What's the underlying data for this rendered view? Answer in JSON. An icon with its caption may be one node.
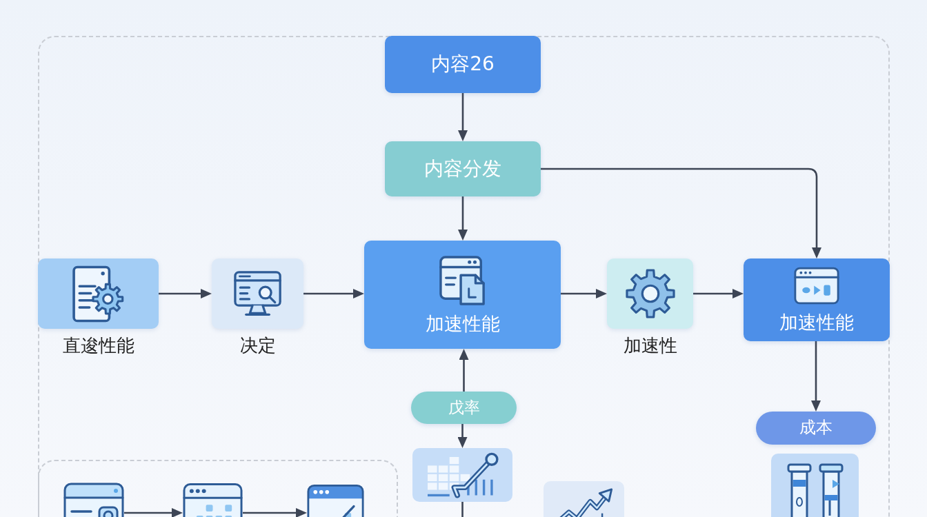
{
  "diagram": {
    "nodes": [
      {
        "text": [],
        "shape": "box"
      },
      {
        "text": [
          "内容26"
        ],
        "in": 0
      },
      {
        "text": [
          "内容分发"
        ],
        "in": 0
      },
      {
        "text": [
          "直逡性能"
        ],
        "in": 0
      },
      {
        "text": [
          "决定"
        ],
        "in": 0
      },
      {
        "text": [
          "加速性能"
        ],
        "in": 0
      },
      {
        "text": [
          "加速性"
        ],
        "in": 0
      },
      {
        "text": [
          "加速性能"
        ],
        "in": 0
      },
      {
        "text": [
          "戊率"
        ],
        "in": 0
      },
      {
        "text": [],
        "shape": "picture",
        "in": 0
      },
      {
        "text": [
          "成本"
        ],
        "in": 0
      },
      {
        "text": [],
        "shape": "picture",
        "in": 0
      },
      {
        "text": [],
        "shape": "picture",
        "in": 0
      },
      {
        "text": [],
        "shape": "box",
        "in": 0
      },
      {
        "text": [],
        "shape": "picture",
        "in": 13
      },
      {
        "text": [],
        "shape": "picture",
        "in": 13
      },
      {
        "text": [],
        "shape": "picture",
        "in": 13
      }
    ],
    "edges": [
      {
        "from": 1,
        "to": 2,
        "arrow": "to"
      },
      {
        "from": 2,
        "to": 5,
        "arrow": "to"
      },
      {
        "from": 2,
        "to": 7,
        "arrow": "to"
      },
      {
        "from": 3,
        "to": 4,
        "arrow": "to"
      },
      {
        "from": 4,
        "to": 5,
        "arrow": "to"
      },
      {
        "from": 5,
        "to": 6,
        "arrow": "to"
      },
      {
        "from": 6,
        "to": 7,
        "arrow": "to"
      },
      {
        "from": 8,
        "to": 5,
        "arrow": "to"
      },
      {
        "from": 8,
        "to": 9,
        "arrow": "to"
      },
      {
        "from": 9,
        "to": null,
        "arrow": "none"
      },
      {
        "from": 7,
        "to": 10,
        "arrow": "to"
      },
      {
        "from": 14,
        "to": 15,
        "arrow": "to"
      },
      {
        "from": 15,
        "to": 16,
        "arrow": "to"
      }
    ]
  }
}
